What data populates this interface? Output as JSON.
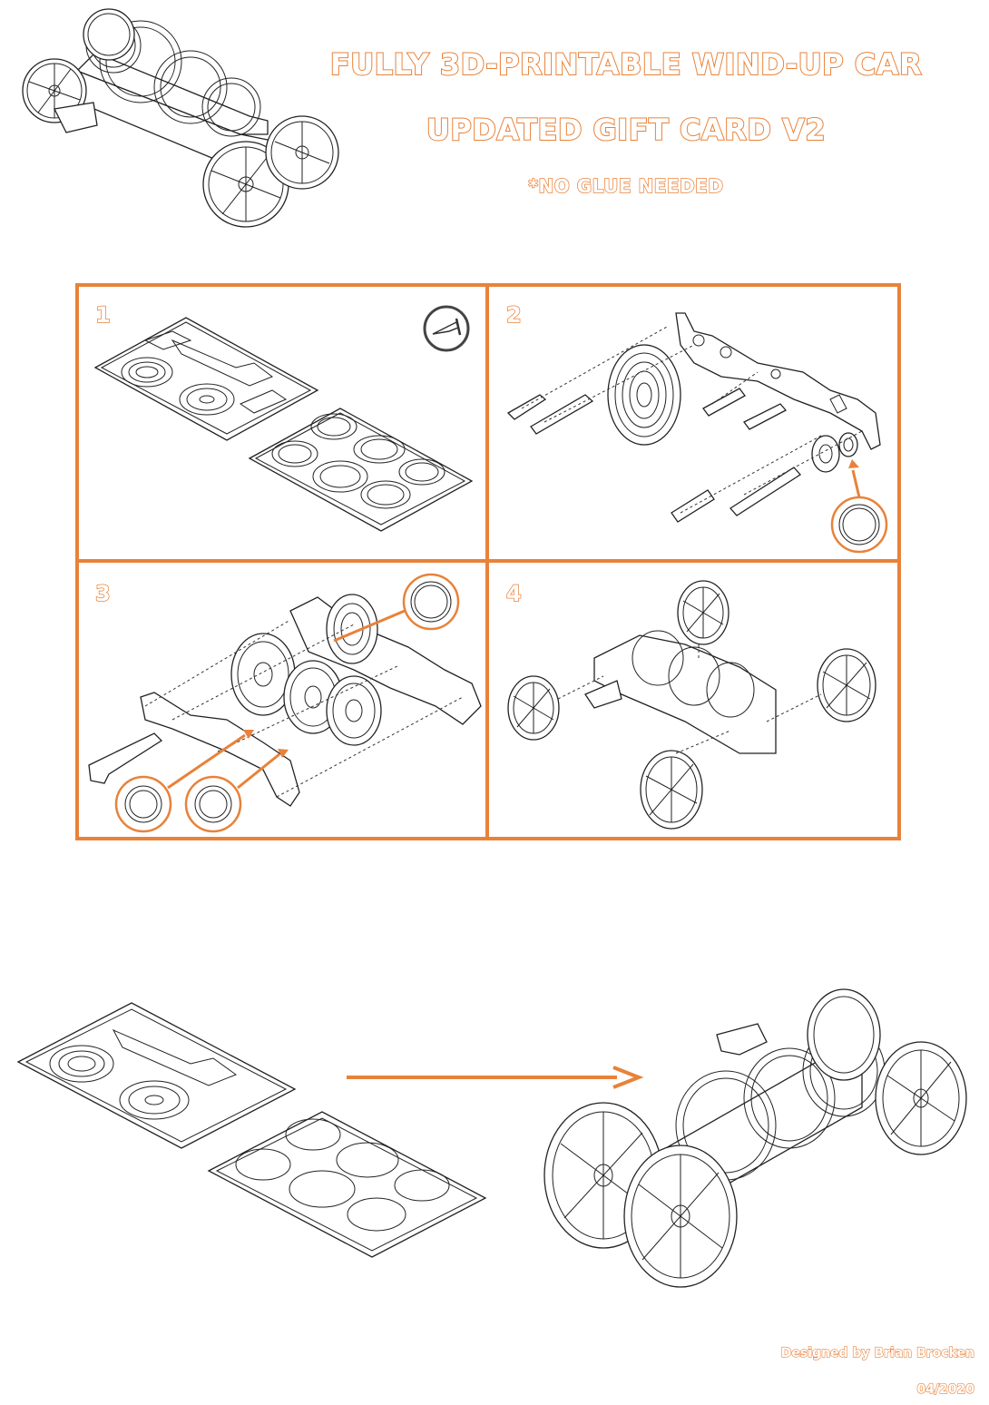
{
  "header": {
    "title_line1": "FULLY 3D-PRINTABLE WIND-UP CAR",
    "title_line2": "UPDATED GIFT CARD V2",
    "subtitle": "*NO GLUE NEEDED"
  },
  "steps": [
    {
      "number": "1"
    },
    {
      "number": "2"
    },
    {
      "number": "3"
    },
    {
      "number": "4"
    }
  ],
  "icons": [
    "wind-up-car-icon",
    "cutter-tool-icon",
    "print-plate-icon",
    "arrow-right-icon",
    "wheel-icon",
    "gear-icon",
    "spring-icon"
  ],
  "footer": {
    "designer": "Designed by Brian Brocken",
    "date": "04/2020"
  },
  "colors": {
    "accent": "#e8823a",
    "line": "#222222",
    "background": "#ffffff"
  }
}
